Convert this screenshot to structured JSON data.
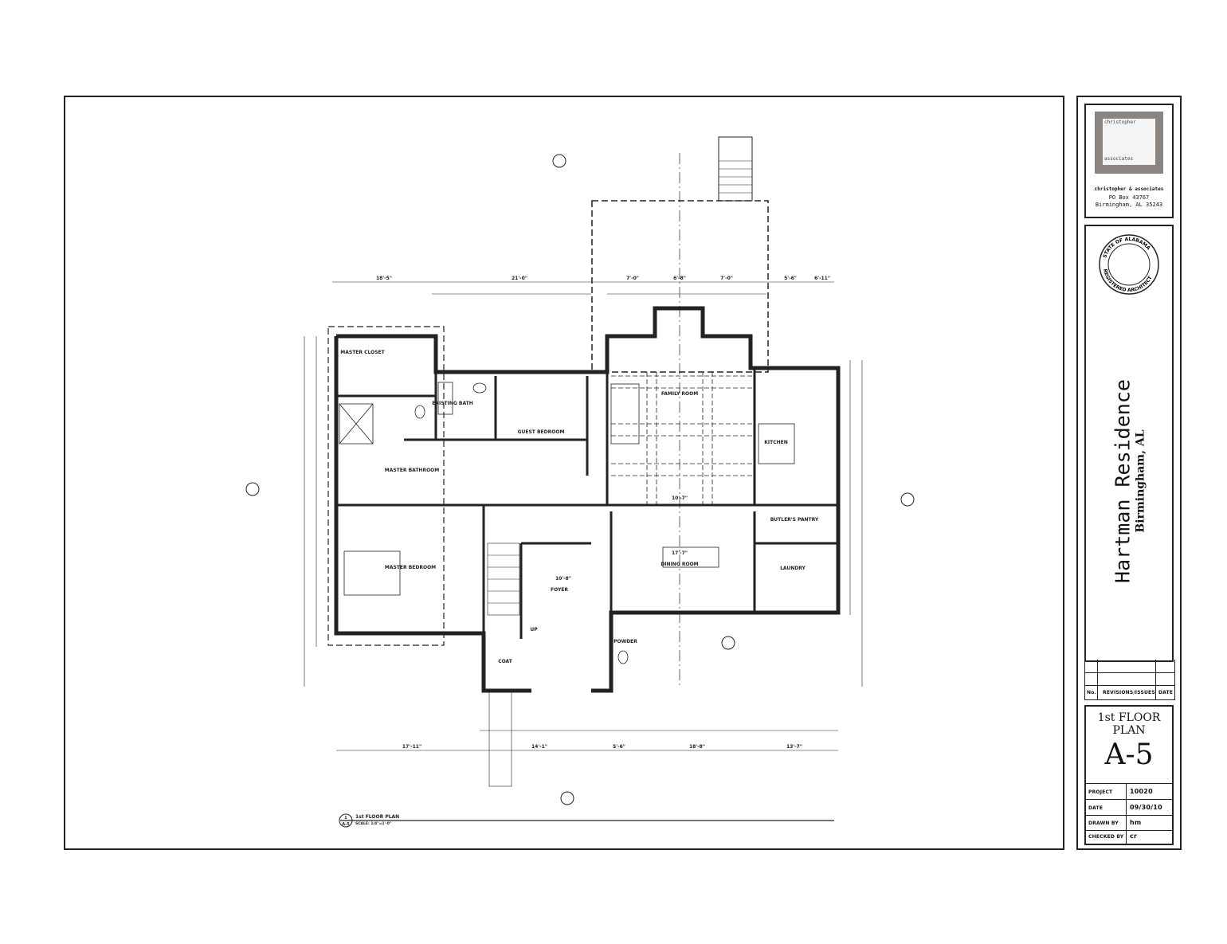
{
  "firm": {
    "logo_text_top": "christopher",
    "logo_text_bottom": "associates",
    "name": "christopher & associates",
    "address_line1": "PO Box 43767",
    "address_line2": "Birmingham, AL 35243"
  },
  "stamp": {
    "ring_top": "STATE OF ALABAMA",
    "ring_bottom": "REGISTERED ARCHITECT"
  },
  "project": {
    "title": "Hartman Residence",
    "location": "Birmingham, AL"
  },
  "revisions": {
    "col_no": "No.",
    "col_desc": "REVISIONS/ISSUES",
    "col_date": "DATE"
  },
  "sheet": {
    "title_line1": "1st FLOOR",
    "title_line2": "PLAN",
    "number": "A-5"
  },
  "info": [
    {
      "label": "PROJECT",
      "value": "10020"
    },
    {
      "label": "DATE",
      "value": "09/30/10"
    },
    {
      "label": "DRAWN BY",
      "value": "hm"
    },
    {
      "label": "CHECKED BY",
      "value": "cr"
    }
  ],
  "plan": {
    "caption_title": "1st FLOOR PLAN",
    "caption_scale": "SCALE: 1/4\"=1'-0\"",
    "caption_ref_top": "1",
    "caption_ref_bottom": "A-5",
    "rooms": {
      "master_closet": "MASTER CLOSET",
      "existing_bath": "EXISTING BATH",
      "guest_bedroom": "GUEST BEDROOM",
      "master_bathroom": "MASTER BATHROOM",
      "family_room": "FAMILY ROOM",
      "kitchen": "KITCHEN",
      "butlers_pantry": "BUTLER'S PANTRY",
      "master_bedroom": "MASTER BEDROOM",
      "foyer": "FOYER",
      "dining_room": "DINING ROOM",
      "laundry": "LAUNDRY",
      "powder": "POWDER",
      "coat": "COAT",
      "up": "UP"
    },
    "dimensions": {
      "top": [
        "18'-5\"",
        "21'-0\"",
        "7'-0\"",
        "6'-8\"",
        "7'-0\"",
        "5'-6\"",
        "6'-11\""
      ],
      "bottom": [
        "17'-11\"",
        "14'-1\"",
        "5'-6\"",
        "18'-8\"",
        "13'-7\""
      ],
      "family_width": "10'-7\"",
      "dining_width": "17'-7\"",
      "foyer_width": "10'-8\""
    }
  }
}
